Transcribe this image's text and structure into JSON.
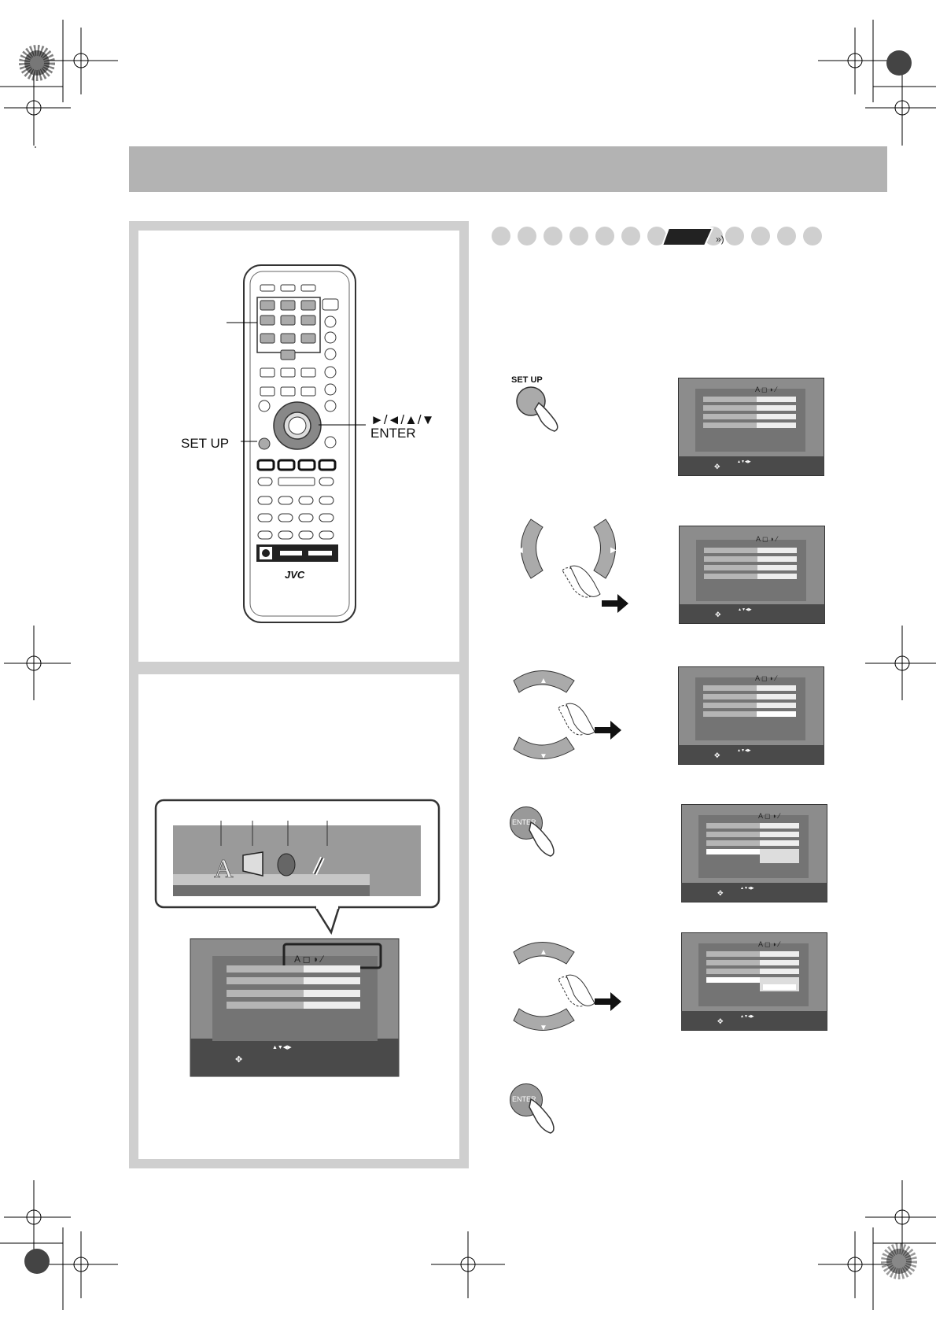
{
  "remote": {
    "brand": "JVC",
    "setup_label": "SET UP",
    "arrow_label": "►/◄/▲/▼",
    "enter_label": "ENTER"
  },
  "steps": {
    "setup_button_caption": "SET UP",
    "enter_button_caption": "ENTER"
  },
  "icons": [
    "registration-mark-icon",
    "starburst-icon",
    "hand-icon",
    "language-icon",
    "picture-icon",
    "audio-icon",
    "wrench-icon",
    "arrow-right-icon"
  ],
  "colors": {
    "header": "#b3b3b3",
    "panel_border": "#cfcfcf",
    "screen_dark": "#4a4a4a",
    "screen_mid": "#8c8c8c",
    "badge": "#222222"
  }
}
